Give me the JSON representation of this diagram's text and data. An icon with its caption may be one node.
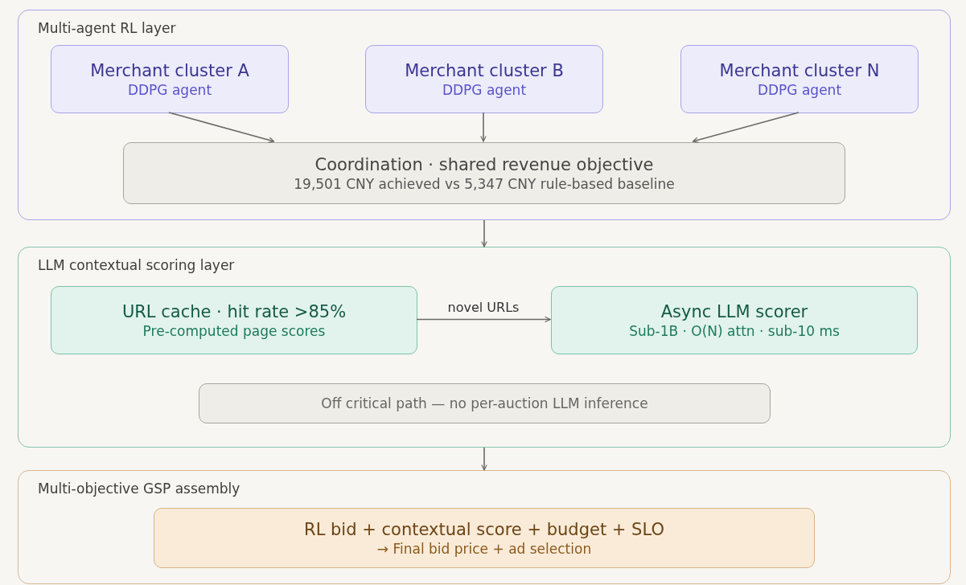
{
  "diagram": {
    "nodes": [
      {
        "text": [
          "Multi-agent RL layer"
        ]
      },
      {
        "text": [
          "Merchant cluster A",
          "DDPG agent"
        ],
        "in": 0
      },
      {
        "text": [
          "Merchant cluster B",
          "DDPG agent"
        ],
        "in": 0
      },
      {
        "text": [
          "Merchant cluster N",
          "DDPG agent"
        ],
        "in": 0
      },
      {
        "text": [
          "Coordination · shared revenue objective",
          "19,501 CNY achieved vs 5,347 CNY rule-based baseline"
        ],
        "in": 0
      },
      {
        "text": [
          "LLM contextual scoring layer"
        ]
      },
      {
        "text": [
          "URL cache · hit rate >85%",
          "Pre-computed page scores"
        ],
        "in": 5
      },
      {
        "text": [
          "Async LLM scorer",
          "Sub-1B · O(N) attn · sub-10 ms"
        ],
        "in": 5
      },
      {
        "text": [
          "Off critical path — no per-auction LLM inference"
        ],
        "in": 5
      },
      {
        "text": [
          "Multi-objective GSP assembly"
        ]
      },
      {
        "text": [
          "RL bid + contextual score + budget + SLO",
          "→ Final bid price + ad selection"
        ],
        "in": 9
      }
    ],
    "edges": [
      {
        "from": 1,
        "to": 4,
        "arrow": "to"
      },
      {
        "from": 2,
        "to": 4,
        "arrow": "to"
      },
      {
        "from": 3,
        "to": 4,
        "arrow": "to"
      },
      {
        "from": 0,
        "to": 5,
        "arrow": "to"
      },
      {
        "from": 6,
        "to": 7,
        "arrow": "to",
        "label": "novel URLs"
      },
      {
        "from": 5,
        "to": 9,
        "arrow": "to"
      }
    ]
  }
}
